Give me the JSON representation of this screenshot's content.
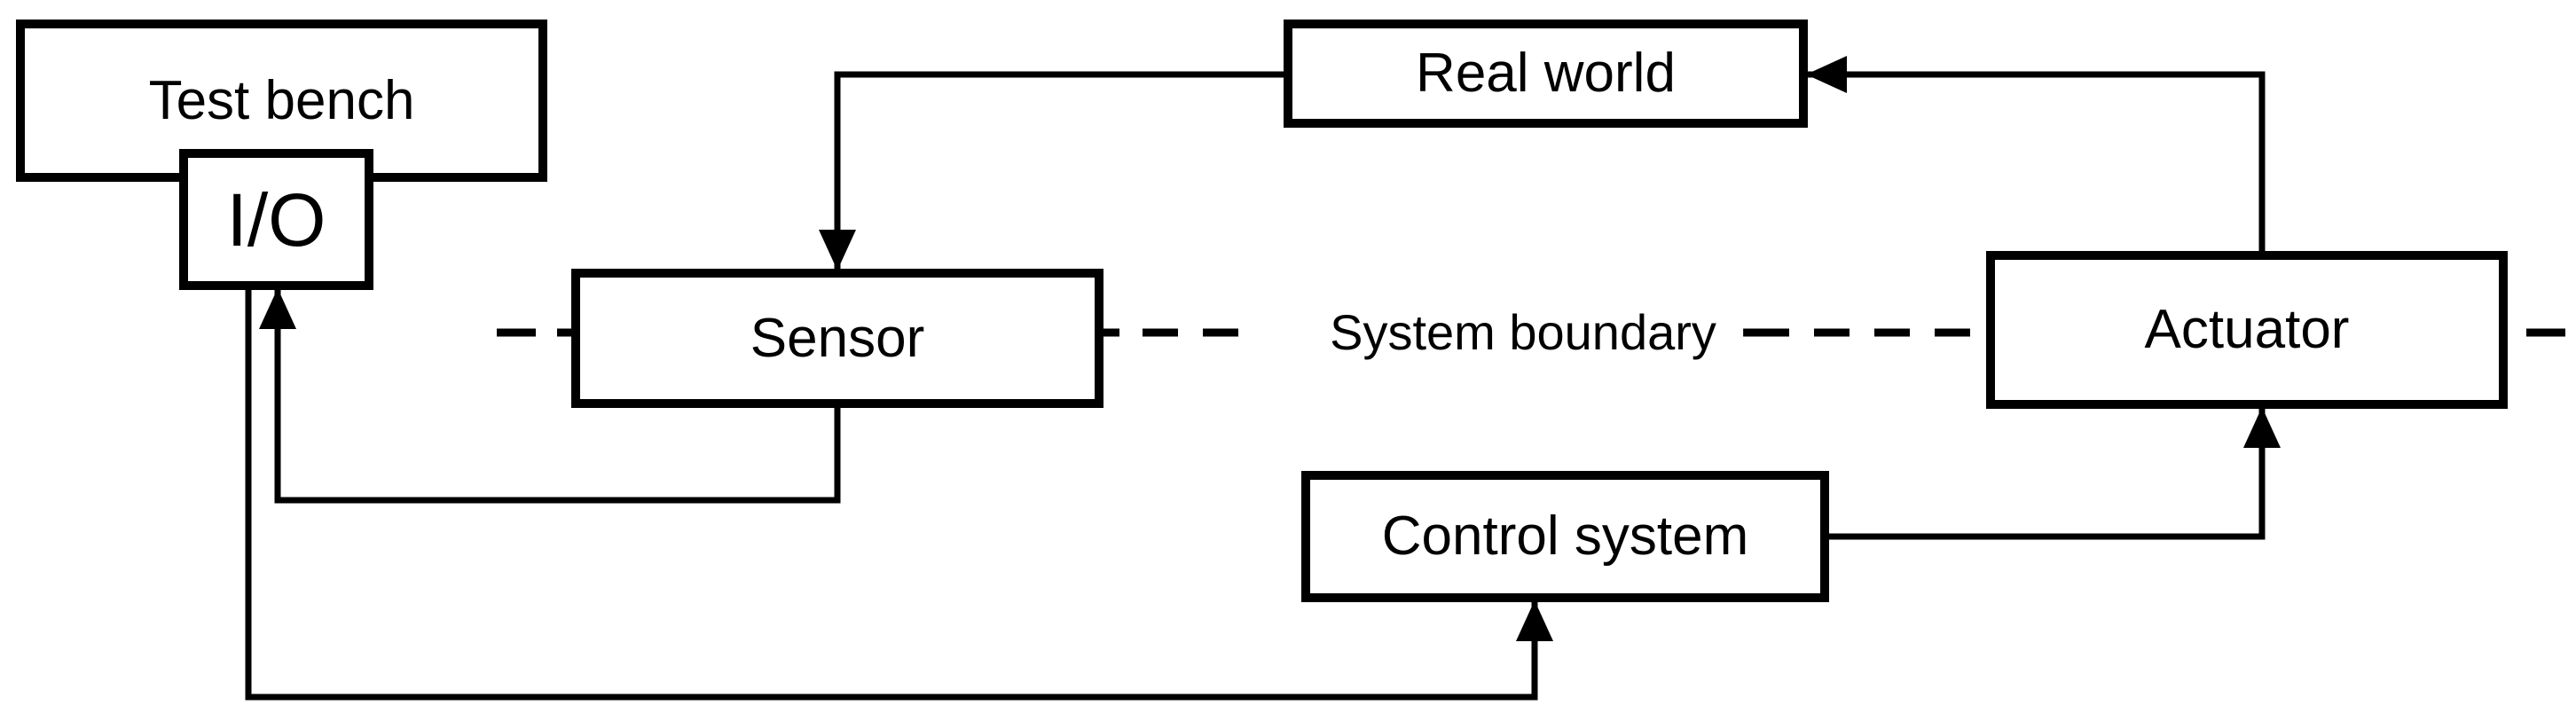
{
  "diagram": {
    "background": "#ffffff",
    "stroke_color": "#000000",
    "nodes": {
      "test_bench": {
        "label": "Test bench"
      },
      "io": {
        "label": "I/O"
      },
      "real_world": {
        "label": "Real world"
      },
      "sensor": {
        "label": "Sensor"
      },
      "actuator": {
        "label": "Actuator"
      },
      "control_system": {
        "label": "Control system"
      }
    },
    "boundary": {
      "label": "System boundary",
      "style": "dashed"
    },
    "edges": [
      {
        "from": "real_world",
        "to": "sensor",
        "arrow": "into sensor top"
      },
      {
        "from": "actuator",
        "to": "real_world",
        "arrow": "into real world right side"
      },
      {
        "from": "sensor",
        "to": "io",
        "arrow": "into I/O bottom"
      },
      {
        "from": "io",
        "to": "control_system",
        "arrow": "into control system bottom"
      },
      {
        "from": "control_system",
        "to": "actuator",
        "arrow": "into actuator bottom"
      }
    ]
  }
}
